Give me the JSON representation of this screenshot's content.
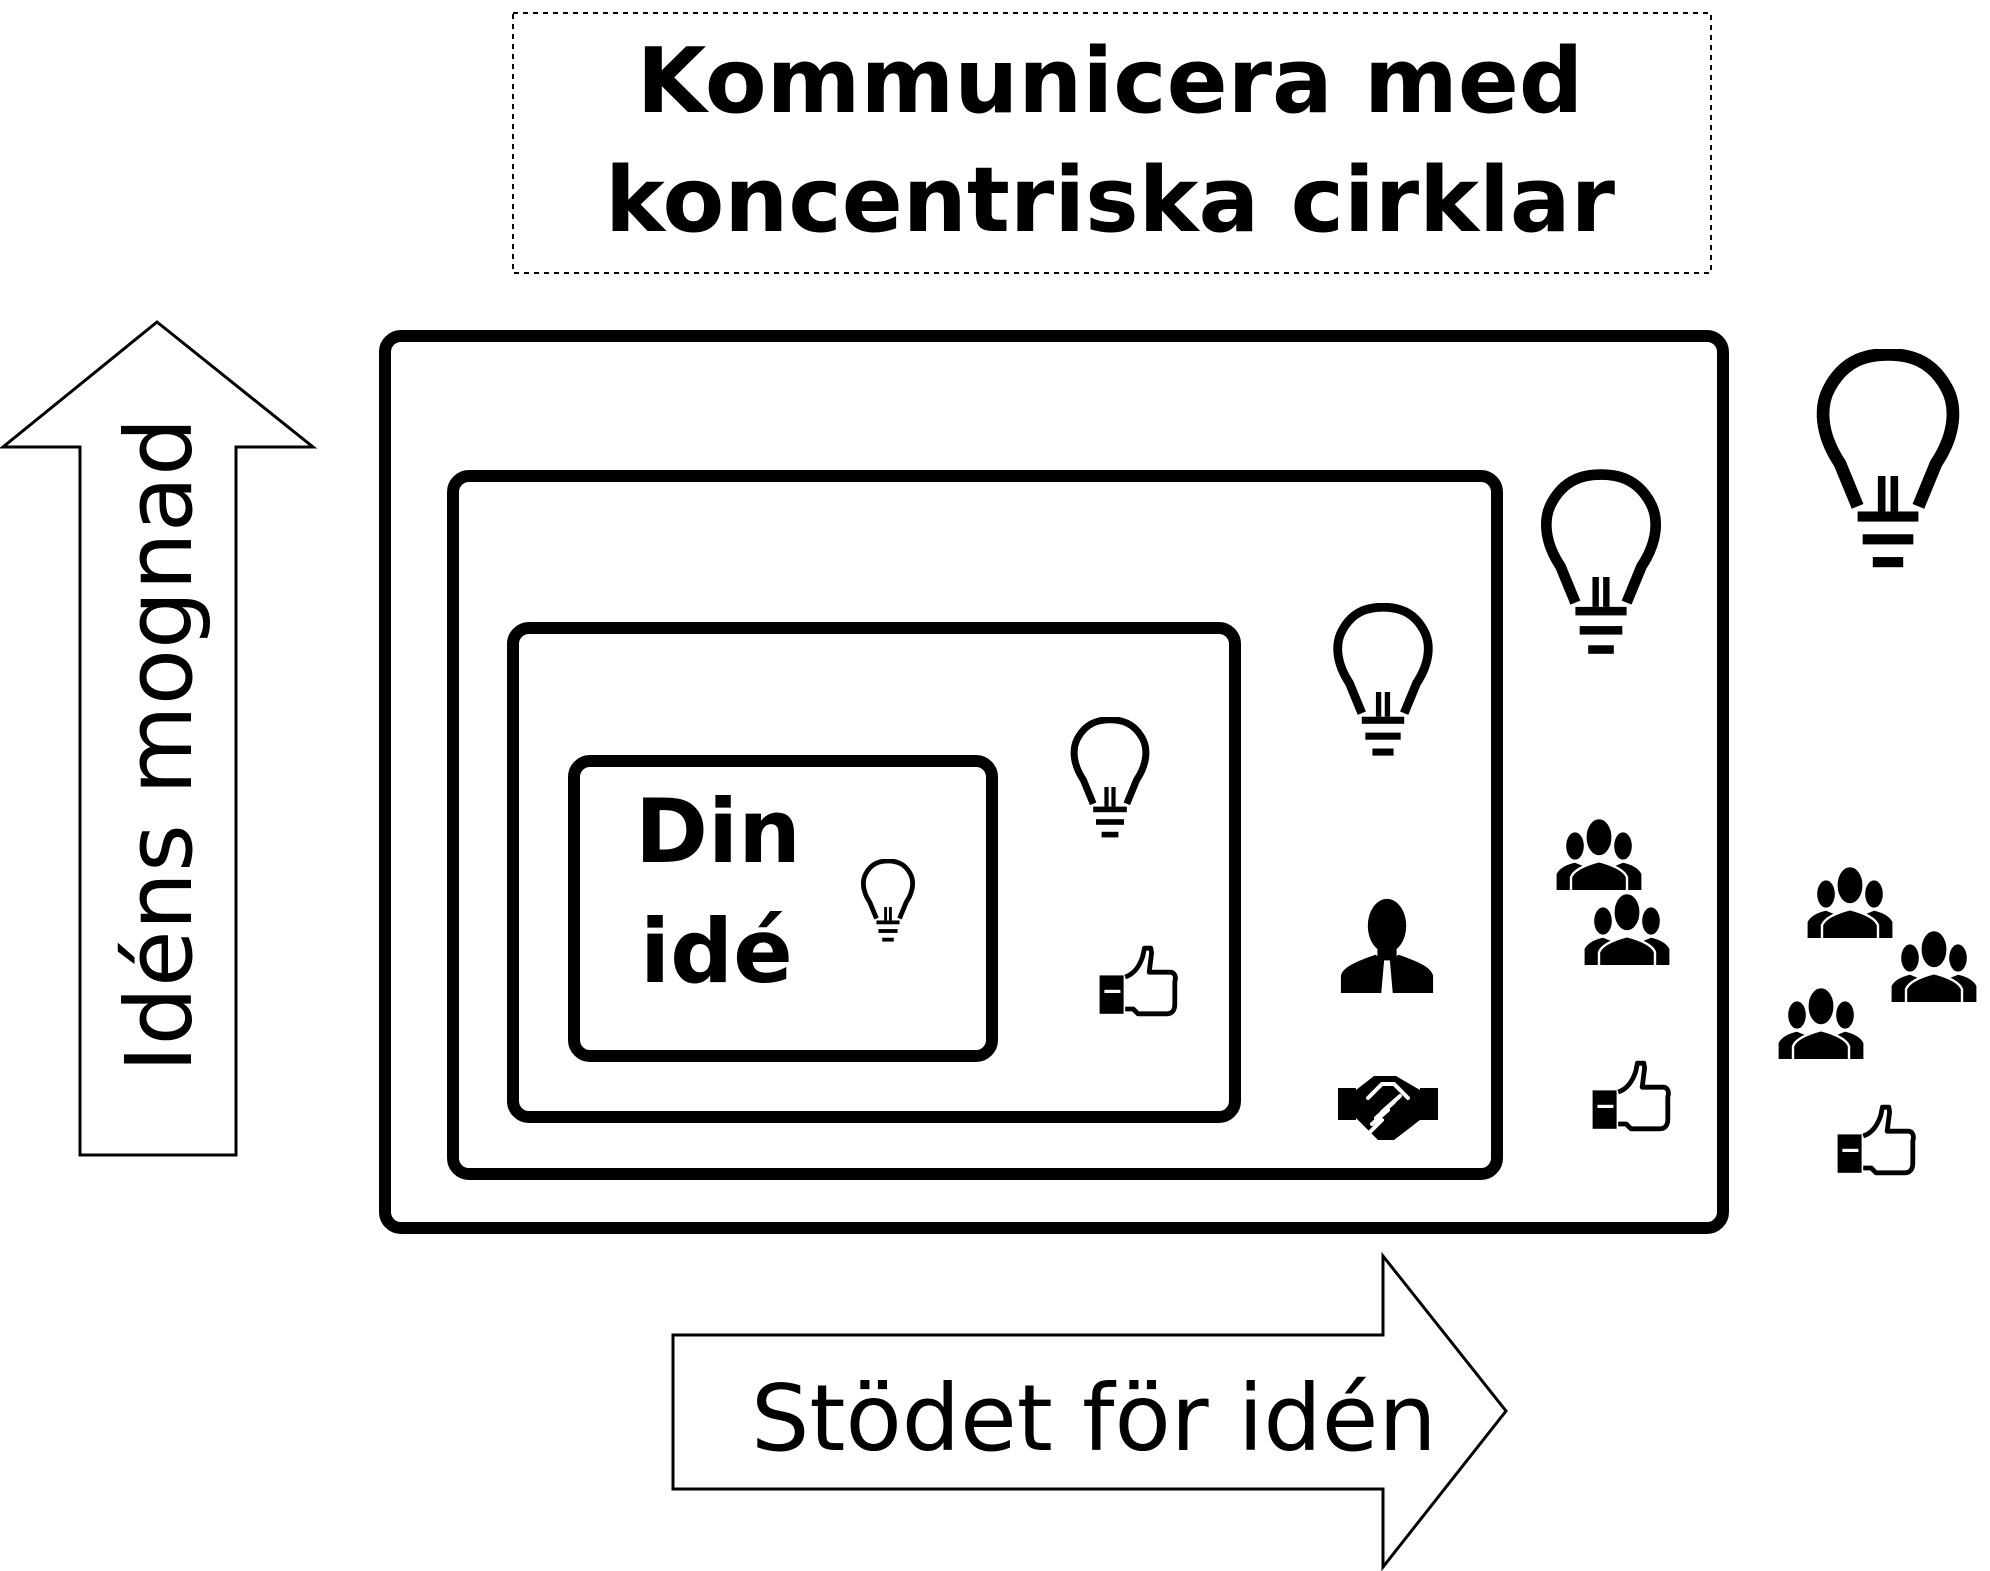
{
  "title": {
    "line1": "Kommunicera med",
    "line2": "koncentriska cirklar"
  },
  "center": {
    "line1": "Din",
    "line2": "idé"
  },
  "axes": {
    "vertical": "Idéns mognad",
    "horizontal": "Stödet för idén"
  },
  "colors": {
    "stroke": "#000000",
    "background": "#ffffff"
  },
  "icons": [
    "lightbulb-icon",
    "thumbs-up-icon",
    "person-icon",
    "handshake-icon",
    "group-icon"
  ]
}
